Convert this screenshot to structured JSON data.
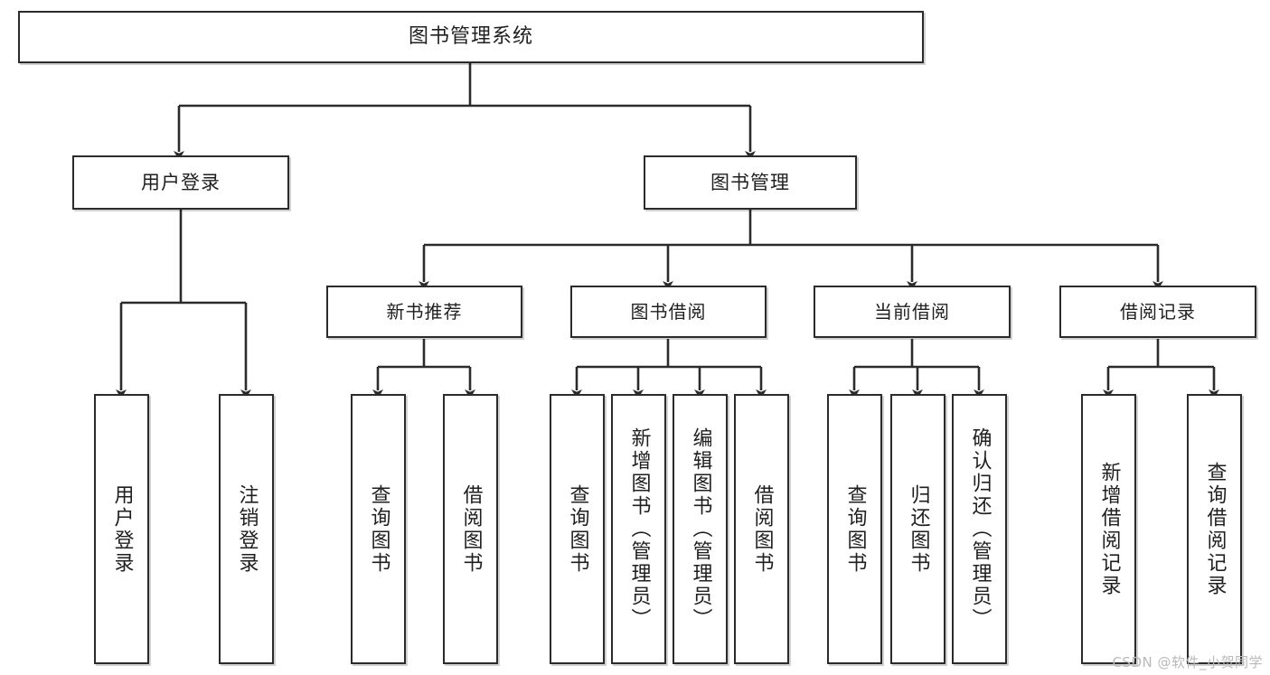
{
  "diagram": {
    "title": "图书管理系统",
    "type": "tree",
    "root": {
      "id": "root",
      "label": "图书管理系统"
    },
    "level2": [
      {
        "id": "user-login",
        "label": "用户登录"
      },
      {
        "id": "book-manage",
        "label": "图书管理"
      }
    ],
    "level3": [
      {
        "id": "new-book-recommend",
        "label": "新书推荐",
        "parent": "book-manage"
      },
      {
        "id": "book-borrow",
        "label": "图书借阅",
        "parent": "book-manage"
      },
      {
        "id": "current-borrow",
        "label": "当前借阅",
        "parent": "book-manage"
      },
      {
        "id": "borrow-record",
        "label": "借阅记录",
        "parent": "book-manage"
      }
    ],
    "leaves": {
      "user_login": [
        {
          "id": "leaf-user-login",
          "label": "用户登录"
        },
        {
          "id": "leaf-user-logout",
          "label": "注销登录"
        }
      ],
      "new_book_recommend": [
        {
          "id": "leaf-query-book-1",
          "label": "查询图书"
        },
        {
          "id": "leaf-borrow-book-1",
          "label": "借阅图书"
        }
      ],
      "book_borrow": [
        {
          "id": "leaf-query-book-2",
          "label": "查询图书"
        },
        {
          "id": "leaf-add-book",
          "label": "新增图书（管理员）"
        },
        {
          "id": "leaf-edit-book",
          "label": "编辑图书（管理员）"
        },
        {
          "id": "leaf-borrow-book-2",
          "label": "借阅图书"
        }
      ],
      "current_borrow": [
        {
          "id": "leaf-query-book-3",
          "label": "查询图书"
        },
        {
          "id": "leaf-return-book",
          "label": "归还图书"
        },
        {
          "id": "leaf-confirm-return",
          "label": "确认归还（管理员）"
        }
      ],
      "borrow_record": [
        {
          "id": "leaf-add-record",
          "label": "新增借阅记录"
        },
        {
          "id": "leaf-query-record",
          "label": "查询借阅记录"
        }
      ]
    },
    "colors": {
      "border": "#2b2b2b",
      "background": "#ffffff",
      "text": "#1f1f1f",
      "connector": "#2b2b2b",
      "watermark": "#b9b9b9"
    }
  },
  "watermark": {
    "text": "CSDN @软件_小贺同学"
  }
}
